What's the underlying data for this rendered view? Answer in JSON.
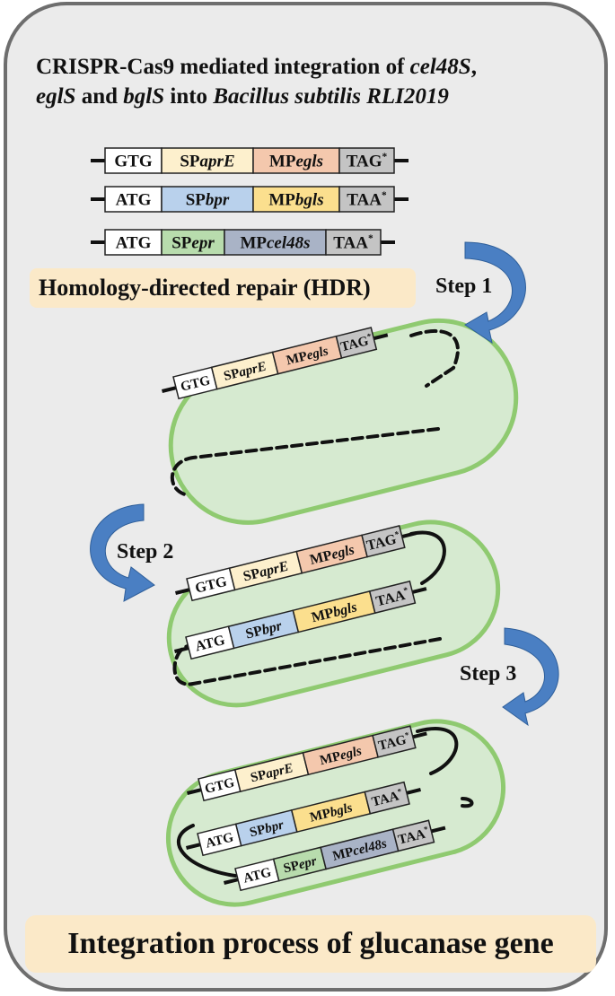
{
  "title": {
    "line1_prefix": "CRISPR-Cas9 mediated integration of ",
    "line1_gene": "cel48S",
    "line1_suffix": ",",
    "line2_gene1": "eglS",
    "line2_and": " and ",
    "line2_gene2": "bglS",
    "line2_into": " into ",
    "line2_organism": "Bacillus subtilis RLI2019"
  },
  "hdr_label": "Homology-directed repair (HDR)",
  "steps": {
    "step1": "Step 1",
    "step2": "Step 2",
    "step3": "Step 3"
  },
  "bottom_label": "Integration process of glucanase gene",
  "colors": {
    "frame_border": "#6e6e6e",
    "frame_fill": "#ebebeb",
    "label_bg": "#fbe9c8",
    "cell_fill": "#d6ead0",
    "cell_border": "#8fca70",
    "arrow": "#4a7fc3",
    "sp_aprE": "#fdf0cd",
    "mp_egls": "#f4c8ad",
    "stop": "#c4c4c4",
    "sp_bpr": "#b9d1ec",
    "mp_bgls": "#fbdf8e",
    "sp_epr": "#b8dcad",
    "mp_cel48s": "#a9b3c6"
  },
  "constructs": {
    "egls": {
      "start": "GTG",
      "sp_prefix": "SP",
      "sp_gene": "aprE",
      "mp_prefix": "MP",
      "mp_gene": "egls",
      "stop": "TAG"
    },
    "bgls": {
      "start": "ATG",
      "sp_prefix": "SP",
      "sp_gene": "bpr",
      "mp_prefix": "MP",
      "mp_gene": "bgls",
      "stop": "TAA"
    },
    "cel48s": {
      "start": "ATG",
      "sp_prefix": "SP",
      "sp_gene": "epr",
      "mp_prefix": "MP",
      "mp_gene": "cel48s",
      "stop": "TAA"
    },
    "stop_mark": "*"
  }
}
